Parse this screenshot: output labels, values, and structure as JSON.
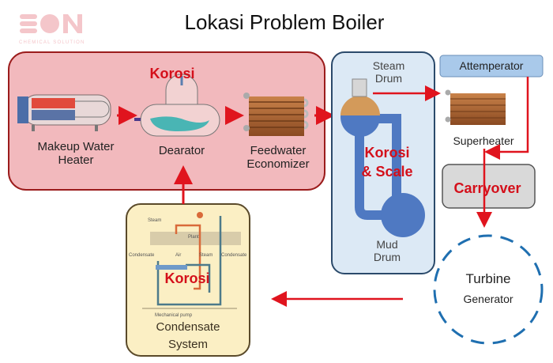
{
  "title": "Lokasi Problem Boiler",
  "logo": {
    "mark": "EON",
    "tagline": "CHEMICAL SOLUTION",
    "color": "#f4c6ca"
  },
  "pretreatment": {
    "issue": "Korosi",
    "components": [
      "Makeup Water Heater",
      "Dearator",
      "Feedwater Economizer"
    ]
  },
  "boiler": {
    "steam_drum": "Steam Drum",
    "mud_drum": "Mud Drum",
    "issue_line1": "Korosi",
    "issue_line2": "& Scale"
  },
  "attemperator": "Attemperator",
  "superheater": "Superheater",
  "carryover": "Carryover",
  "turbine": {
    "line1": "Turbine",
    "line2": "Generator"
  },
  "condensate": {
    "issue": "Korosi",
    "line1": "Condensate",
    "line2": "System",
    "diagram_labels": {
      "steam_top": "Steam",
      "plant": "Plant",
      "condensate_left": "Condensate",
      "air": "Air",
      "steam_mid": "Steam",
      "condensate_right": "Condensate",
      "pump": "Mechanical pump"
    }
  },
  "colors": {
    "issue_text": "#d40f1a",
    "arrow": "#e0141e",
    "pretreatment_fill": "#f2b9bd",
    "boiler_fill": "#dce9f5",
    "condensate_fill": "#fbefc4",
    "turbine_ring": "#1f6fb0"
  }
}
